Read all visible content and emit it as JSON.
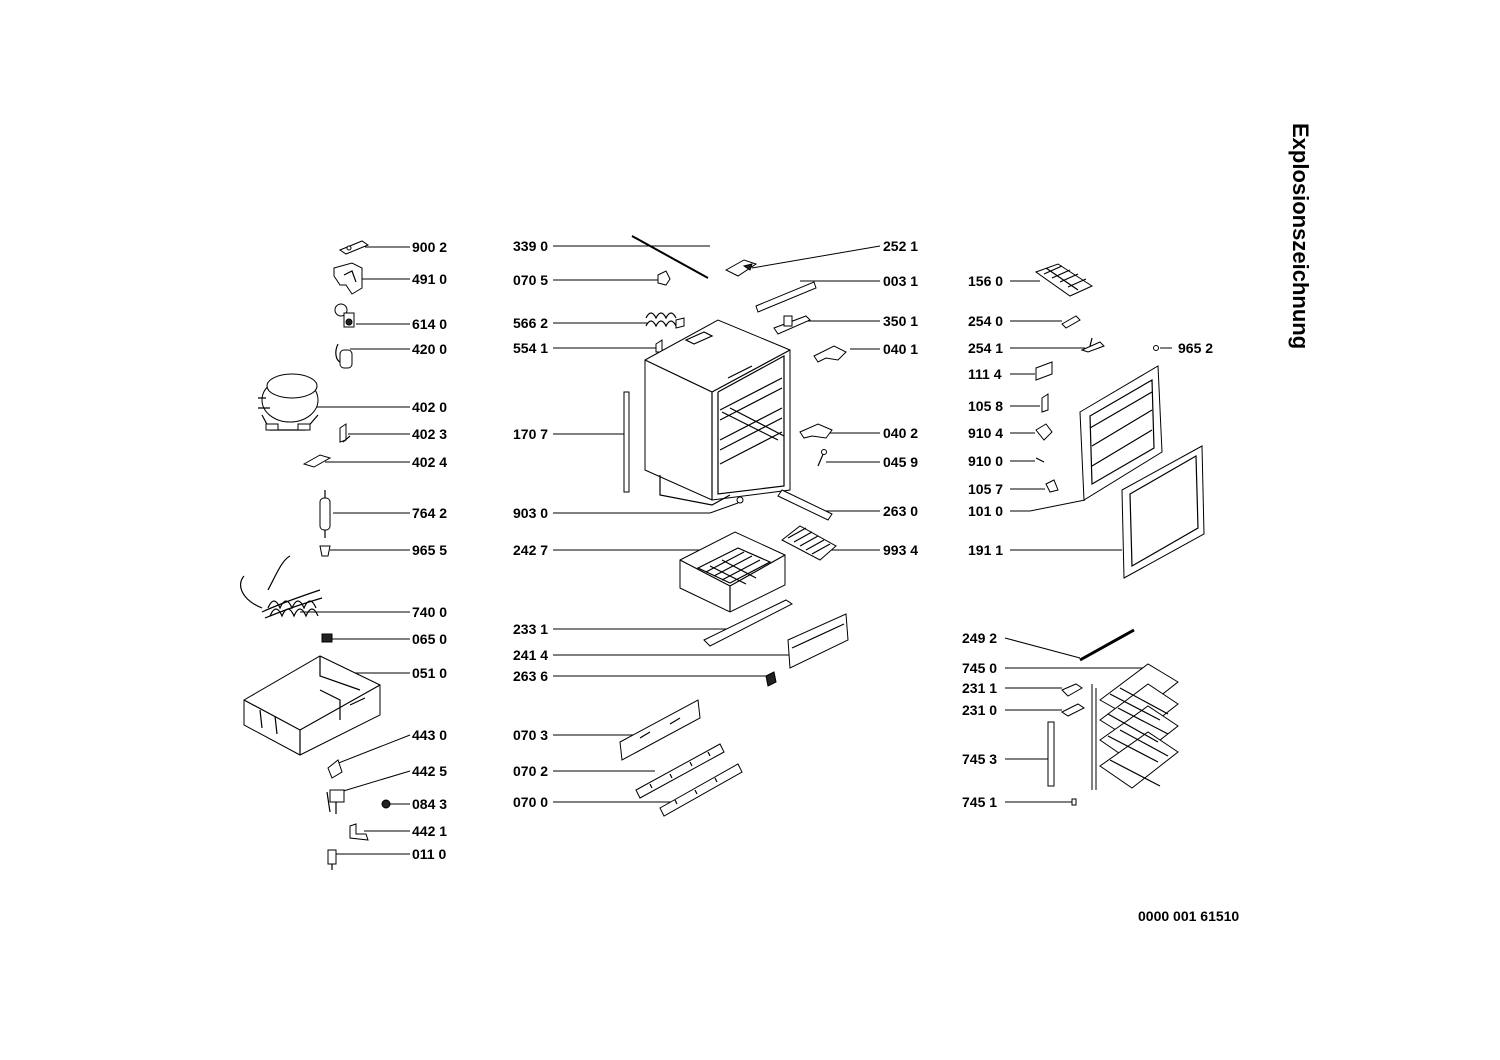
{
  "title": "Explosionszeichnung",
  "document_number": "0000 001 61510",
  "parts": {
    "p9002": "900 2",
    "p4910": "491 0",
    "p6140": "614 0",
    "p4200": "420 0",
    "p4020": "402 0",
    "p4023": "402 3",
    "p4024": "402 4",
    "p7642": "764 2",
    "p9655": "965 5",
    "p7400": "740 0",
    "p0650": "065 0",
    "p0510": "051 0",
    "p4430": "443 0",
    "p4425": "442 5",
    "p0843": "084 3",
    "p4421": "442 1",
    "p0110": "011 0",
    "p3390": "339 0",
    "p0705": "070 5",
    "p5662": "566 2",
    "p5541": "554 1",
    "p1707": "170 7",
    "p9030": "903 0",
    "p2427": "242 7",
    "p2331": "233 1",
    "p2414": "241 4",
    "p2636": "263 6",
    "p0703": "070 3",
    "p0702": "070 2",
    "p0700": "070 0",
    "p2521": "252 1",
    "p0031": "003 1",
    "p3501": "350 1",
    "p0401": "040 1",
    "p0402": "040 2",
    "p0459": "045 9",
    "p2630": "263 0",
    "p9934": "993 4",
    "p1560": "156 0",
    "p2540": "254 0",
    "p2541": "254 1",
    "p9652": "965 2",
    "p1114": "111 4",
    "p1058": "105 8",
    "p9104": "910 4",
    "p9100": "910 0",
    "p1057": "105 7",
    "p1010": "101 0",
    "p1911": "191 1",
    "p2492": "249 2",
    "p7450": "745 0",
    "p2311": "231 1",
    "p2310": "231 0",
    "p7453": "745 3",
    "p7451": "745 1"
  }
}
